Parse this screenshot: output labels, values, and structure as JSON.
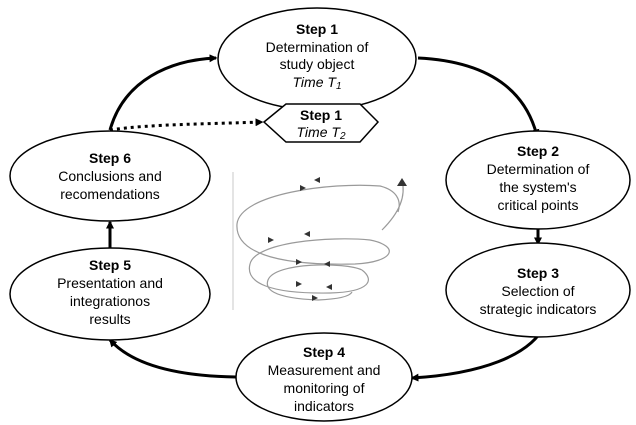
{
  "steps": {
    "s1": {
      "title": "Step 1",
      "lines": [
        "Determination of",
        "study object"
      ],
      "time_prefix": "Time T",
      "time_sub": "1"
    },
    "s1b": {
      "title": "Step 1",
      "time_prefix": "Time T",
      "time_sub": "2"
    },
    "s2": {
      "title": "Step 2",
      "lines": [
        "Determination of",
        "the system's",
        "critical points"
      ]
    },
    "s3": {
      "title": "Step 3",
      "lines": [
        "Selection of",
        "strategic indicators"
      ]
    },
    "s4": {
      "title": "Step 4",
      "lines": [
        "Measurement and",
        "monitoring of",
        "indicators"
      ]
    },
    "s5": {
      "title": "Step 5",
      "lines": [
        "Presentation and",
        "integrationos",
        "results"
      ]
    },
    "s6": {
      "title": "Step 6",
      "lines": [
        "Conclusions and",
        "recomendations"
      ]
    }
  },
  "colors": {
    "stroke": "#000000",
    "spiral": "#9a9a9a",
    "axis": "#c8c8c8",
    "fill": "#ffffff"
  }
}
